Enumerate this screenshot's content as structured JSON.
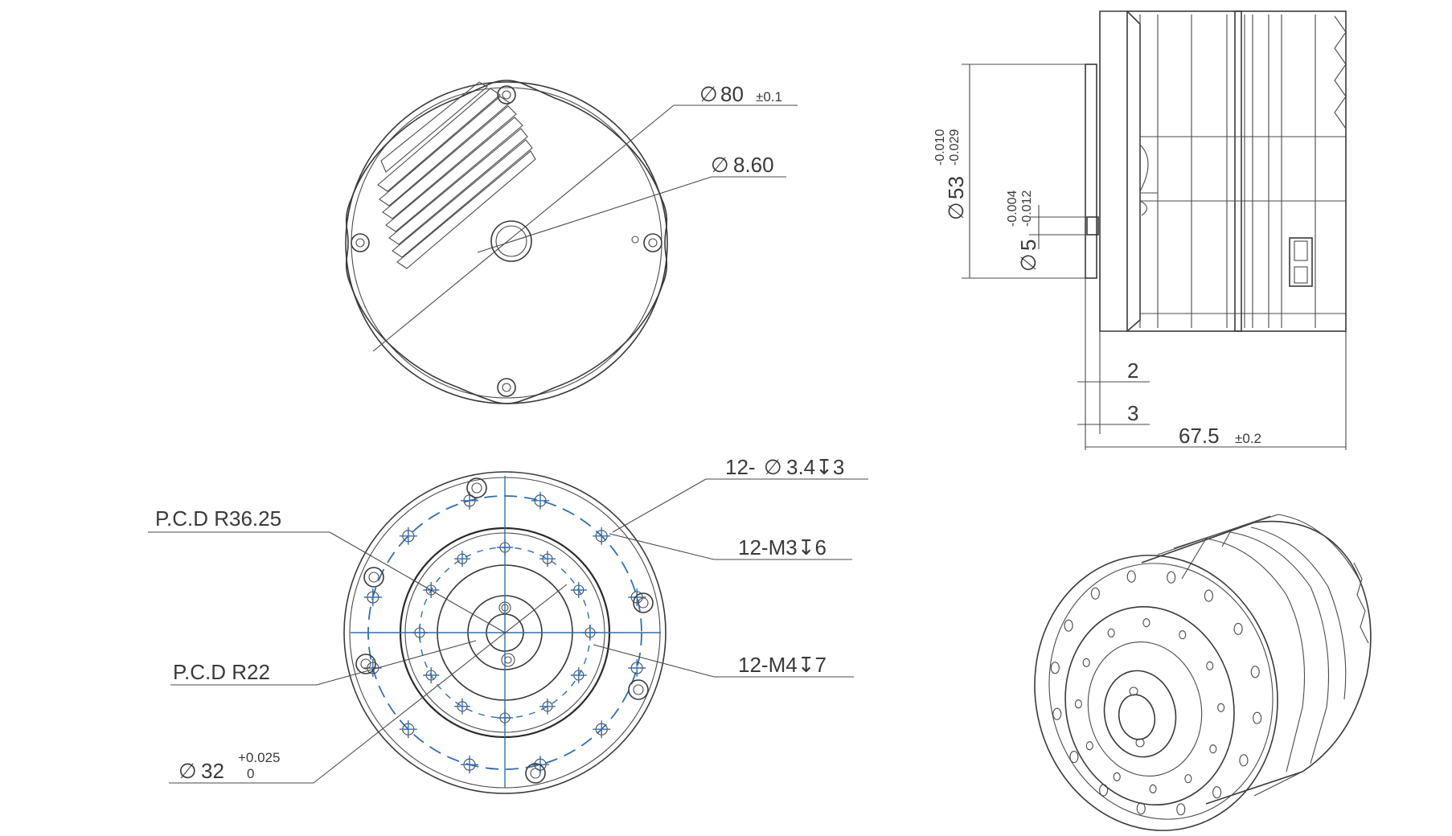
{
  "top_view": {
    "dim_outer_symbol": "∅",
    "dim_outer_value": "80",
    "dim_outer_tol": "±0.1",
    "dim_bore_symbol": "∅",
    "dim_bore_value": "8.60"
  },
  "side_view": {
    "dim_body_symbol": "∅",
    "dim_body_value": "53",
    "dim_body_tol_upper": "-0.010",
    "dim_body_tol_lower": "-0.029",
    "dim_shaft_symbol": "∅",
    "dim_shaft_value": "5",
    "dim_shaft_tol_upper": "-0.004",
    "dim_shaft_tol_lower": "-0.012",
    "dim_step_1": "2",
    "dim_step_2": "3",
    "dim_length_value": "67.5",
    "dim_length_tol": "±0.2"
  },
  "front_view": {
    "hole_label_prefix": "12-",
    "hole_label_symbol": "∅",
    "hole_label_rest": "3.4↧3",
    "tap_m3_label": "12-M3↧6",
    "tap_m4_label": "12-M4↧7",
    "pcd_outer_label": "P.C.D R36.25",
    "pcd_inner_label": "P.C.D R22",
    "bore_symbol": "∅",
    "bore_value": "32",
    "bore_tol_upper": "+0.025",
    "bore_tol_lower": "0"
  },
  "colors": {
    "line": "#3a3a3a",
    "centerline_blue": "#2f6fb3",
    "background": "#ffffff"
  }
}
